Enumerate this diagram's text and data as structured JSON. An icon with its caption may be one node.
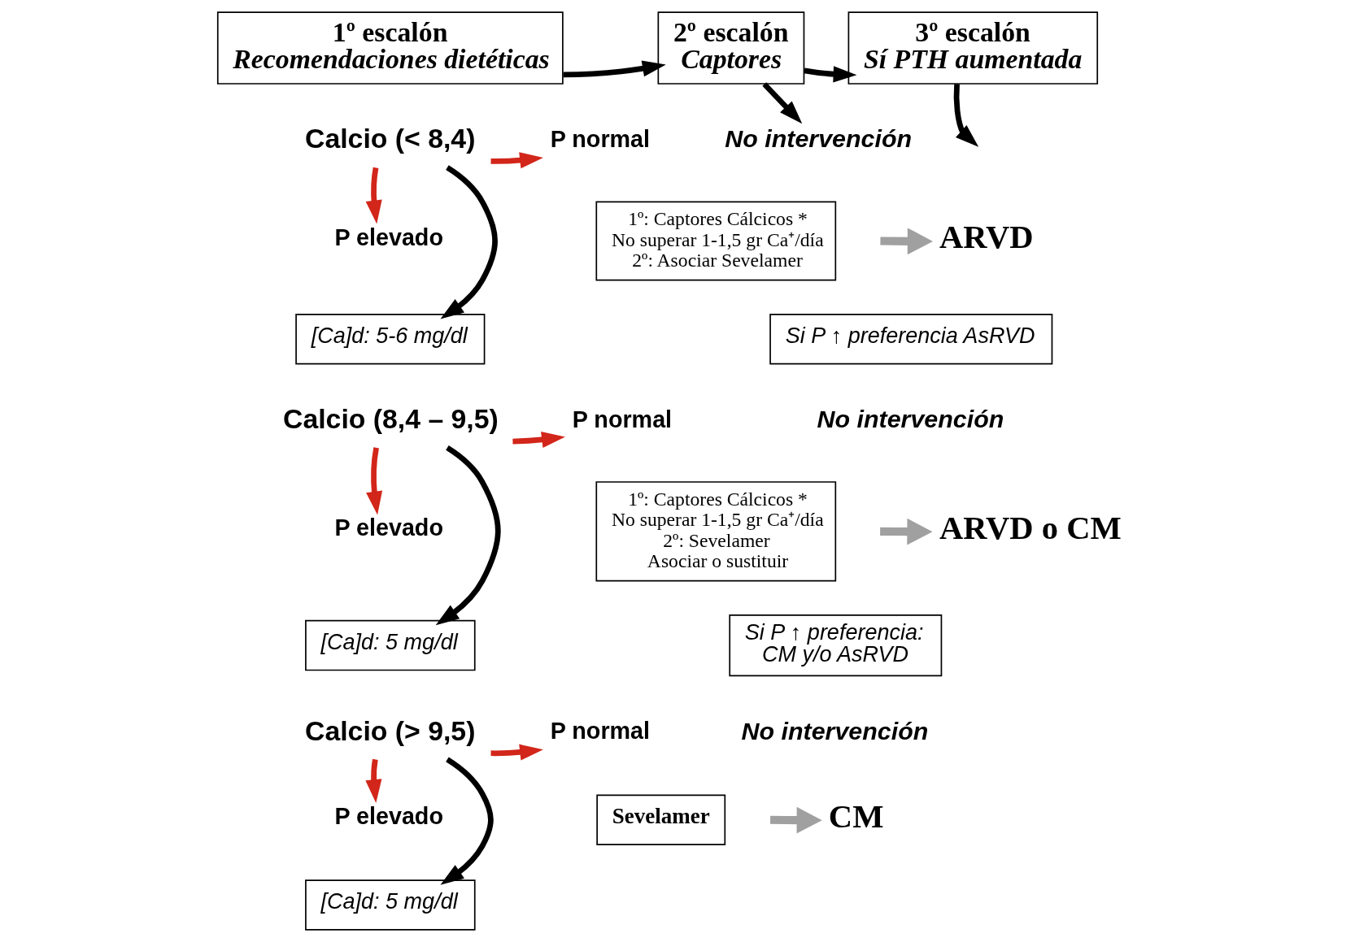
{
  "diagram": {
    "nodes": [
      {
        "text": [
          "1º escalón",
          "Recomendaciones dietéticas"
        ]
      },
      {
        "text": [
          "2º escalón",
          "Captores"
        ]
      },
      {
        "text": [
          "3º escalón",
          "Sí PTH aumentada"
        ]
      },
      {
        "text": [
          "No intervención"
        ]
      },
      {
        "text": [
          "Calcio (< 8,4)"
        ]
      },
      {
        "text": [
          "P normal"
        ]
      },
      {
        "text": [
          "P elevado"
        ]
      },
      {
        "text": [
          "[Ca]d: 5-6 mg/dl"
        ]
      },
      {
        "text": [
          "1º: Captores Cálcicos *",
          "No superar 1-1,5 gr Ca⁺/día",
          "2º: Asociar Sevelamer"
        ]
      },
      {
        "text": [
          "ARVD"
        ]
      },
      {
        "text": [
          "Si P ↑ preferencia AsRVD"
        ]
      },
      {
        "text": [
          "Calcio (8,4 – 9,5)"
        ]
      },
      {
        "text": [
          "P normal"
        ]
      },
      {
        "text": [
          "P elevado"
        ]
      },
      {
        "text": [
          "[Ca]d: 5 mg/dl"
        ]
      },
      {
        "text": [
          "1º: Captores Cálcicos *",
          "No superar 1-1,5 gr Ca⁺/día",
          "2º: Sevelamer",
          "Asociar o sustituir"
        ]
      },
      {
        "text": [
          "ARVD o CM"
        ]
      },
      {
        "text": [
          "Si P ↑ preferencia:",
          "CM y/o AsRVD"
        ]
      },
      {
        "text": [
          "Calcio (> 9,5)"
        ]
      },
      {
        "text": [
          "P normal"
        ]
      },
      {
        "text": [
          "P elevado"
        ]
      },
      {
        "text": [
          "[Ca]d: 5 mg/dl"
        ]
      },
      {
        "text": [
          "Sevelamer"
        ]
      },
      {
        "text": [
          "CM"
        ]
      }
    ],
    "edges": [
      {
        "from": 0,
        "to": 1,
        "arrow": "to"
      },
      {
        "from": 1,
        "to": 2,
        "arrow": "to"
      },
      {
        "from": 1,
        "to": 3,
        "arrow": "to"
      },
      {
        "from": 2,
        "to": null,
        "arrow": "to"
      },
      {
        "from": 4,
        "to": 5,
        "arrow": "to",
        "color": "#d2261a"
      },
      {
        "from": 4,
        "to": 6,
        "arrow": "to",
        "color": "#d2261a"
      },
      {
        "from": 4,
        "to": 7,
        "arrow": "to"
      },
      {
        "from": null,
        "to": 9,
        "arrow": "to",
        "color": "#a0a0a0"
      },
      {
        "from": 11,
        "to": 12,
        "arrow": "to",
        "color": "#d2261a"
      },
      {
        "from": 11,
        "to": 13,
        "arrow": "to",
        "color": "#d2261a"
      },
      {
        "from": 11,
        "to": 14,
        "arrow": "to"
      },
      {
        "from": null,
        "to": 16,
        "arrow": "to",
        "color": "#a0a0a0"
      },
      {
        "from": 18,
        "to": 19,
        "arrow": "to",
        "color": "#d2261a"
      },
      {
        "from": 18,
        "to": 20,
        "arrow": "to",
        "color": "#d2261a"
      },
      {
        "from": 18,
        "to": 21,
        "arrow": "to"
      },
      {
        "from": null,
        "to": 23,
        "arrow": "to",
        "color": "#a0a0a0"
      }
    ],
    "labels": [
      "No intervención",
      "No intervención"
    ]
  }
}
